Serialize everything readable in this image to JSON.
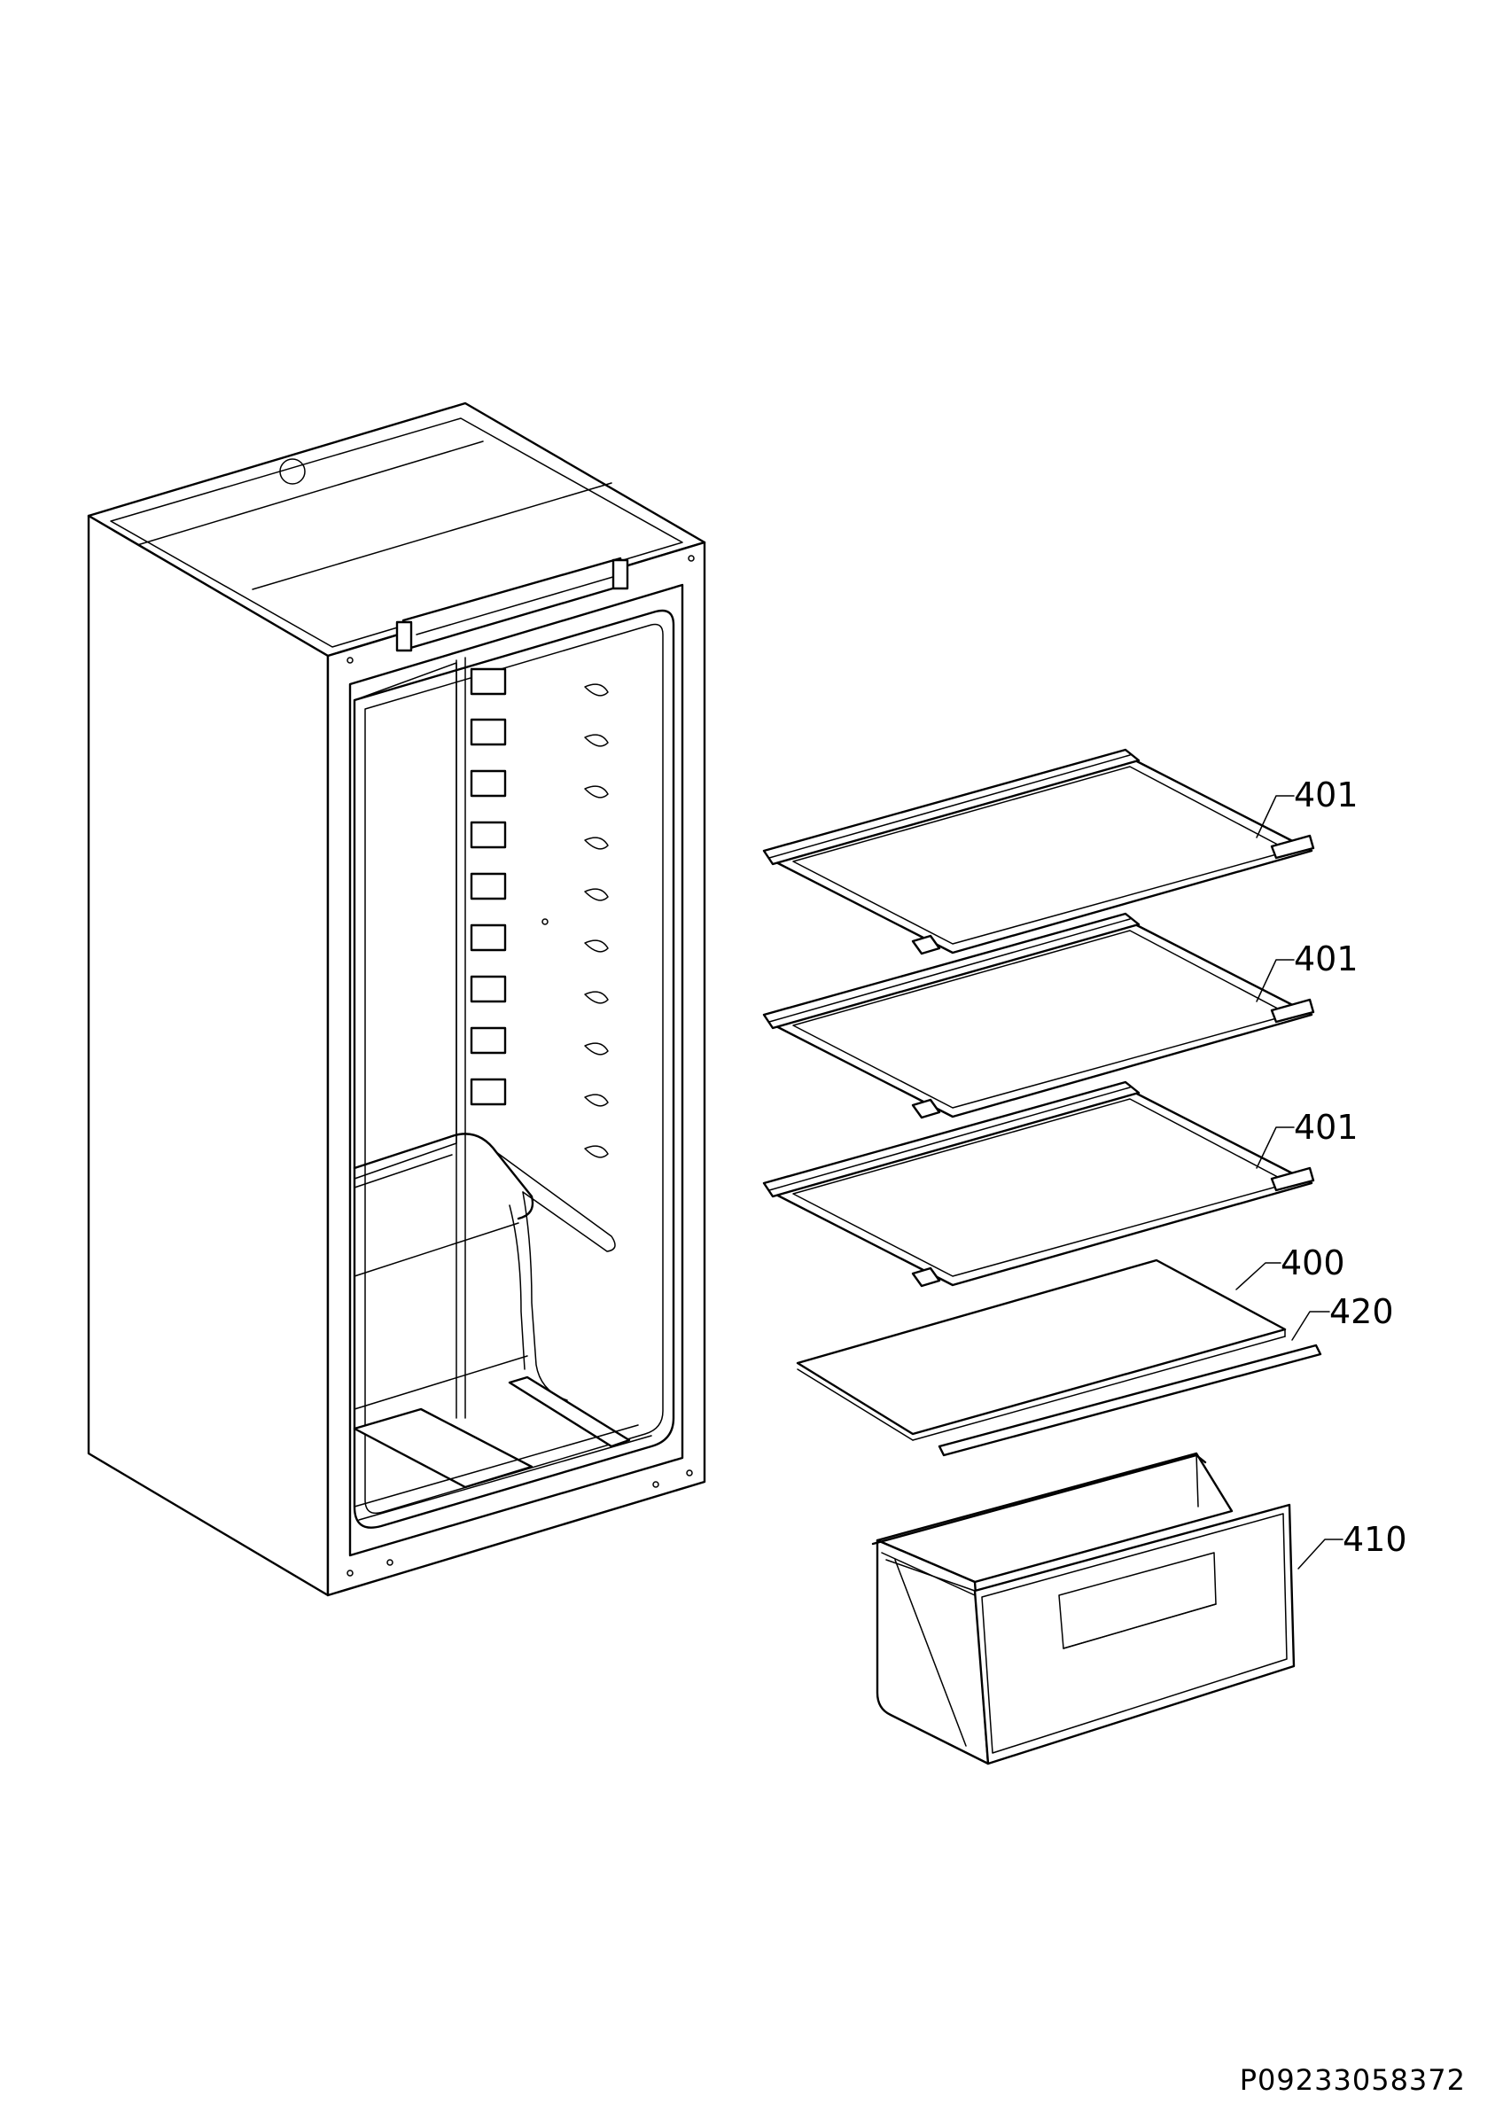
{
  "labels": {
    "shelf_1": "401",
    "shelf_2": "401",
    "shelf_3": "401",
    "glass_cover": "400",
    "trim_strip": "420",
    "crisper_drawer": "410"
  },
  "document_number": "P09233058372"
}
